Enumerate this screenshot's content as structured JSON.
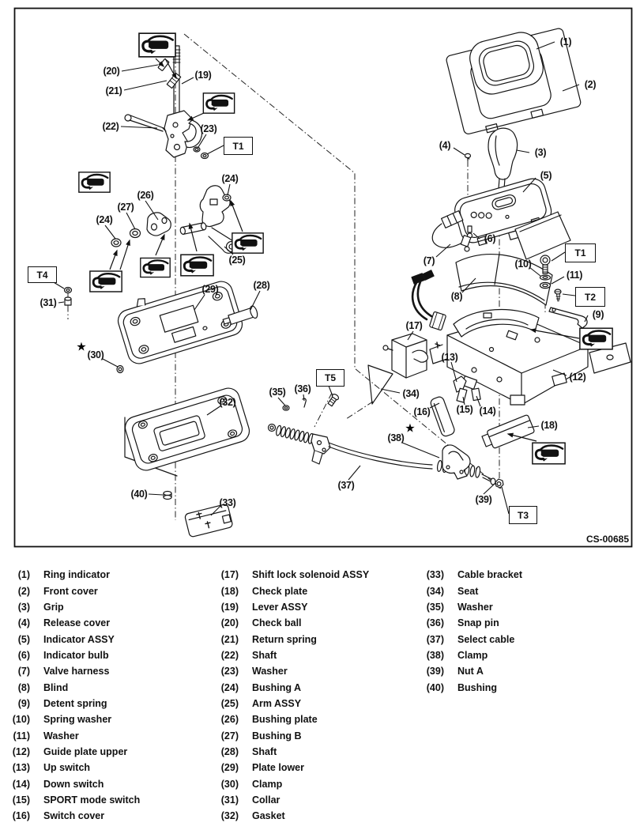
{
  "diagram": {
    "code": "CS-00685",
    "icons": {
      "grease": "grease-applicator"
    },
    "callouts": {
      "1": "(1)",
      "2": "(2)",
      "3": "(3)",
      "4": "(4)",
      "5": "(5)",
      "6": "(6)",
      "7": "(7)",
      "8": "(8)",
      "9": "(9)",
      "10": "(10)",
      "11": "(11)",
      "12": "(12)",
      "13": "(13)",
      "14": "(14)",
      "15": "(15)",
      "16": "(16)",
      "17": "(17)",
      "18": "(18)",
      "19": "(19)",
      "20": "(20)",
      "21": "(21)",
      "22": "(22)",
      "23": "(23)",
      "24a": "(24)",
      "24b": "(24)",
      "25": "(25)",
      "26": "(26)",
      "27": "(27)",
      "28": "(28)",
      "29": "(29)",
      "30": "(30)",
      "31": "(31)",
      "32": "(32)",
      "33": "(33)",
      "34": "(34)",
      "35": "(35)",
      "36": "(36)",
      "37": "(37)",
      "38": "(38)",
      "39": "(39)",
      "40": "(40)"
    },
    "tools": {
      "t1a": "T1",
      "t1b": "T1",
      "t2": "T2",
      "t3": "T3",
      "t4": "T4",
      "t5": "T5"
    },
    "stars": {
      "s30": "★",
      "s38": "★"
    }
  },
  "parts_list": {
    "columns": [
      {
        "items": [
          {
            "num": "(1)",
            "name": "Ring indicator"
          },
          {
            "num": "(2)",
            "name": "Front cover"
          },
          {
            "num": "(3)",
            "name": "Grip"
          },
          {
            "num": "(4)",
            "name": "Release cover"
          },
          {
            "num": "(5)",
            "name": "Indicator ASSY"
          },
          {
            "num": "(6)",
            "name": "Indicator bulb"
          },
          {
            "num": "(7)",
            "name": "Valve harness"
          },
          {
            "num": "(8)",
            "name": "Blind"
          },
          {
            "num": "(9)",
            "name": "Detent spring"
          },
          {
            "num": "(10)",
            "name": "Spring washer"
          },
          {
            "num": "(11)",
            "name": "Washer"
          },
          {
            "num": "(12)",
            "name": "Guide plate upper"
          },
          {
            "num": "(13)",
            "name": "Up switch"
          },
          {
            "num": "(14)",
            "name": "Down switch"
          },
          {
            "num": "(15)",
            "name": "SPORT mode switch"
          },
          {
            "num": "(16)",
            "name": "Switch cover"
          }
        ]
      },
      {
        "items": [
          {
            "num": "(17)",
            "name": "Shift lock solenoid ASSY"
          },
          {
            "num": "(18)",
            "name": "Check plate"
          },
          {
            "num": "(19)",
            "name": "Lever ASSY"
          },
          {
            "num": "(20)",
            "name": "Check ball"
          },
          {
            "num": "(21)",
            "name": "Return spring"
          },
          {
            "num": "(22)",
            "name": "Shaft"
          },
          {
            "num": "(23)",
            "name": "Washer"
          },
          {
            "num": "(24)",
            "name": "Bushing A"
          },
          {
            "num": "(25)",
            "name": "Arm ASSY"
          },
          {
            "num": "(26)",
            "name": "Bushing plate"
          },
          {
            "num": "(27)",
            "name": "Bushing B"
          },
          {
            "num": "(28)",
            "name": "Shaft"
          },
          {
            "num": "(29)",
            "name": "Plate lower"
          },
          {
            "num": "(30)",
            "name": "Clamp"
          },
          {
            "num": "(31)",
            "name": "Collar"
          },
          {
            "num": "(32)",
            "name": "Gasket"
          }
        ]
      },
      {
        "items": [
          {
            "num": "(33)",
            "name": "Cable bracket"
          },
          {
            "num": "(34)",
            "name": "Seat"
          },
          {
            "num": "(35)",
            "name": "Washer"
          },
          {
            "num": "(36)",
            "name": "Snap pin"
          },
          {
            "num": "(37)",
            "name": "Select cable"
          },
          {
            "num": "(38)",
            "name": "Clamp"
          },
          {
            "num": "(39)",
            "name": "Nut A"
          },
          {
            "num": "(40)",
            "name": "Bushing"
          }
        ]
      }
    ]
  }
}
